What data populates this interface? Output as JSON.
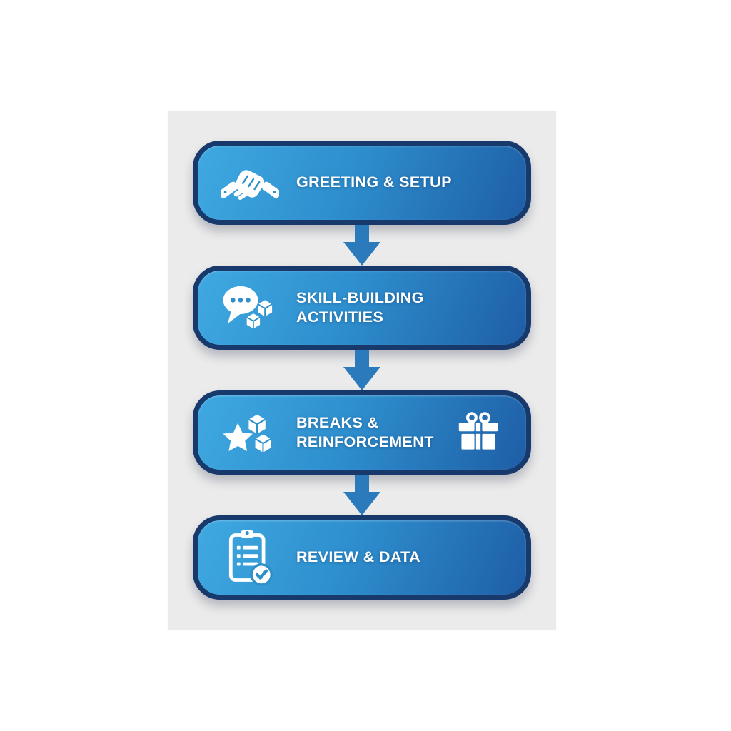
{
  "colors": {
    "page_background": "#ffffff",
    "panel_background": "#ebebeb",
    "box_gradient_start": "#3fa9e1",
    "box_gradient_end": "#1e5ea6",
    "box_border": "#18396b",
    "arrow": "#2a7abc",
    "text": "#ffffff",
    "icon_white": "#ffffff",
    "icon_accent": "#2e8fc9"
  },
  "flow": {
    "connector": "down-arrow",
    "steps": [
      {
        "id": 1,
        "lines": [
          "GREETING & SETUP"
        ],
        "icons": [
          "handshake-icon"
        ]
      },
      {
        "id": 2,
        "lines": [
          "SKILL-BUILDING",
          "ACTIVITIES"
        ],
        "icons": [
          "speech-bubble-blocks-icon"
        ]
      },
      {
        "id": 3,
        "lines": [
          "BREAKS &",
          "REINFORCEMENT"
        ],
        "icons": [
          "star-blocks-icon",
          "gift-icon"
        ]
      },
      {
        "id": 4,
        "lines": [
          "REVIEW & DATA"
        ],
        "icons": [
          "clipboard-checklist-icon"
        ]
      }
    ]
  }
}
